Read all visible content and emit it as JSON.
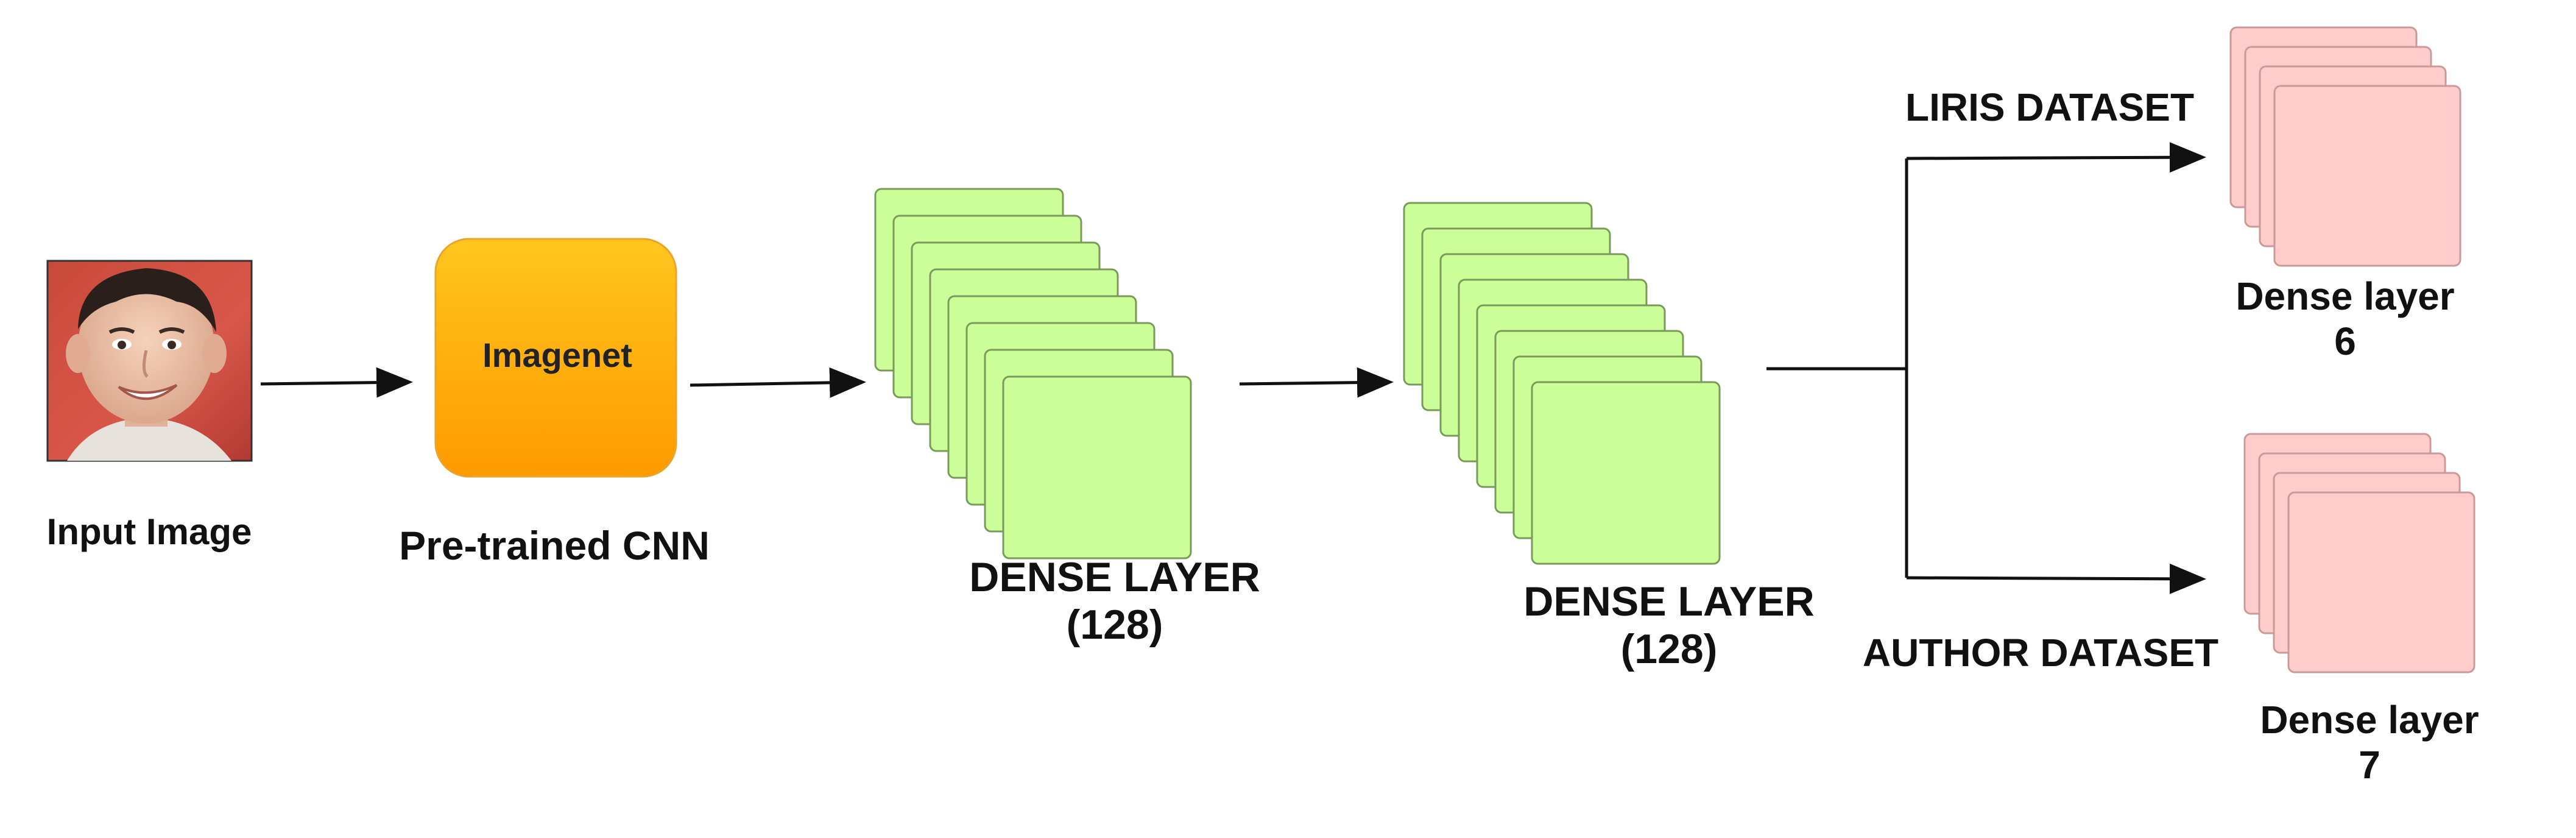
{
  "input": {
    "label": "Input Image",
    "image_icon": "face-photo-icon"
  },
  "cnn": {
    "box_text": "Imagenet",
    "label": "Pre-trained CNN",
    "color_top": "#ffc61f",
    "color_bottom": "#ff9a00"
  },
  "dense1": {
    "title": "DENSE LAYER",
    "units": "(128)",
    "color": "#ccff99"
  },
  "dense2": {
    "title": "DENSE LAYER",
    "units": "(128)",
    "color": "#ccff99"
  },
  "branches": {
    "top_label": "LIRIS DATASET",
    "bottom_label": "AUTHOR DATASET"
  },
  "output_top": {
    "title": "Dense layer",
    "units": "6",
    "color": "#ffcccc"
  },
  "output_bottom": {
    "title": "Dense layer",
    "units": "7",
    "color": "#ffcccc"
  }
}
